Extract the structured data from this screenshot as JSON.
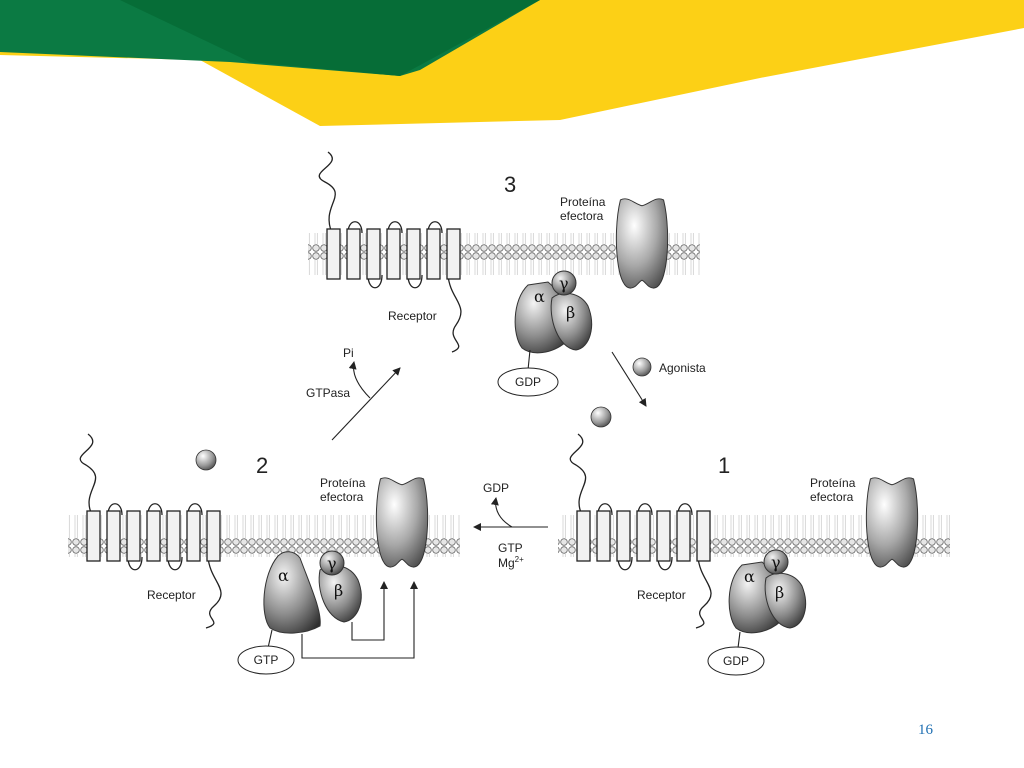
{
  "page_number": "16",
  "colors": {
    "green": "#0b7a43",
    "dark_green": "#066d37",
    "yellow": "#fcd016"
  },
  "states": [
    {
      "id": "3",
      "receptor": "Receptor",
      "effector": [
        "Proteína",
        "efectora"
      ],
      "alpha": "α",
      "beta": "β",
      "gamma": "γ",
      "nucleotide": "GDP"
    },
    {
      "id": "2",
      "receptor": "Receptor",
      "effector": [
        "Proteína",
        "efectora"
      ],
      "alpha": "α",
      "beta": "β",
      "gamma": "γ",
      "nucleotide": "GTP"
    },
    {
      "id": "1",
      "receptor": "Receptor",
      "effector": [
        "Proteína",
        "efectora"
      ],
      "alpha": "α",
      "beta": "β",
      "gamma": "γ",
      "nucleotide": "GDP"
    }
  ],
  "transitions": {
    "agonist_label": "Agonista",
    "gdp_release": "GDP",
    "gtp_in": "GTP",
    "mg": "Mg",
    "mg_charge": "2+",
    "hydrolysis": "GTPasa",
    "phosphate": "Pi"
  }
}
